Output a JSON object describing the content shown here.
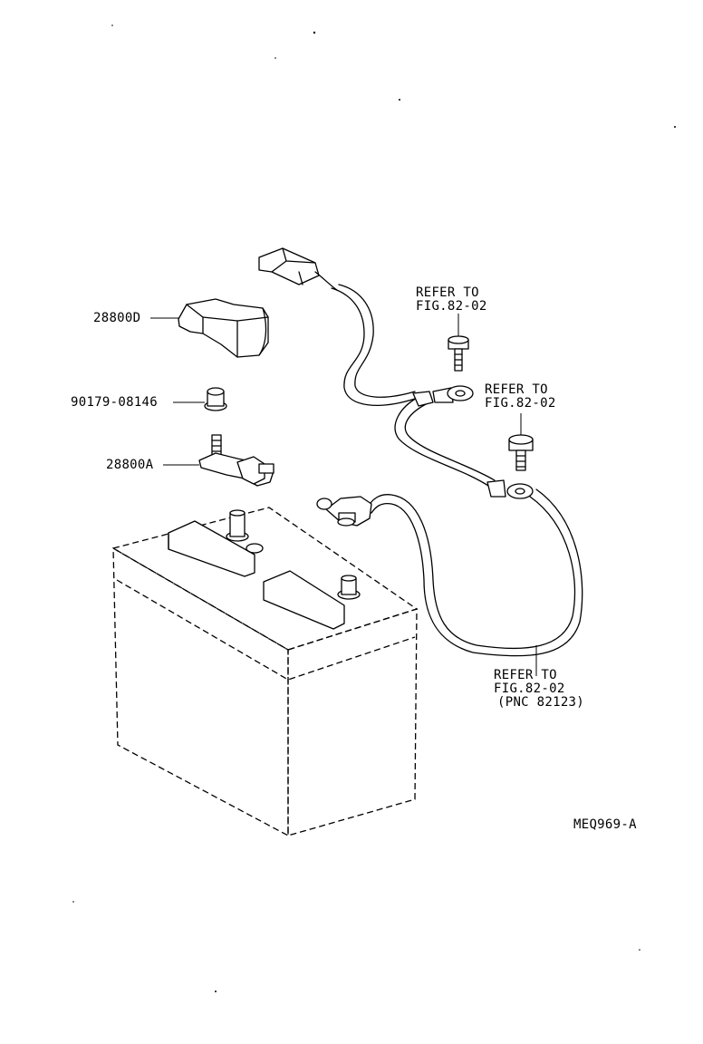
{
  "labels": {
    "part_28800d": "28800D",
    "part_90179": "90179-08146",
    "part_28800a": "28800A",
    "refer1_line1": "REFER TO",
    "refer1_line2": "FIG.82-02",
    "refer2_line1": "REFER TO",
    "refer2_line2": "FIG.82-02",
    "refer3_line1": "REFER TO",
    "refer3_line2": "FIG.82-02",
    "refer3_line3": "(PNC 82123)",
    "figure_code": "MEQ969-A"
  }
}
